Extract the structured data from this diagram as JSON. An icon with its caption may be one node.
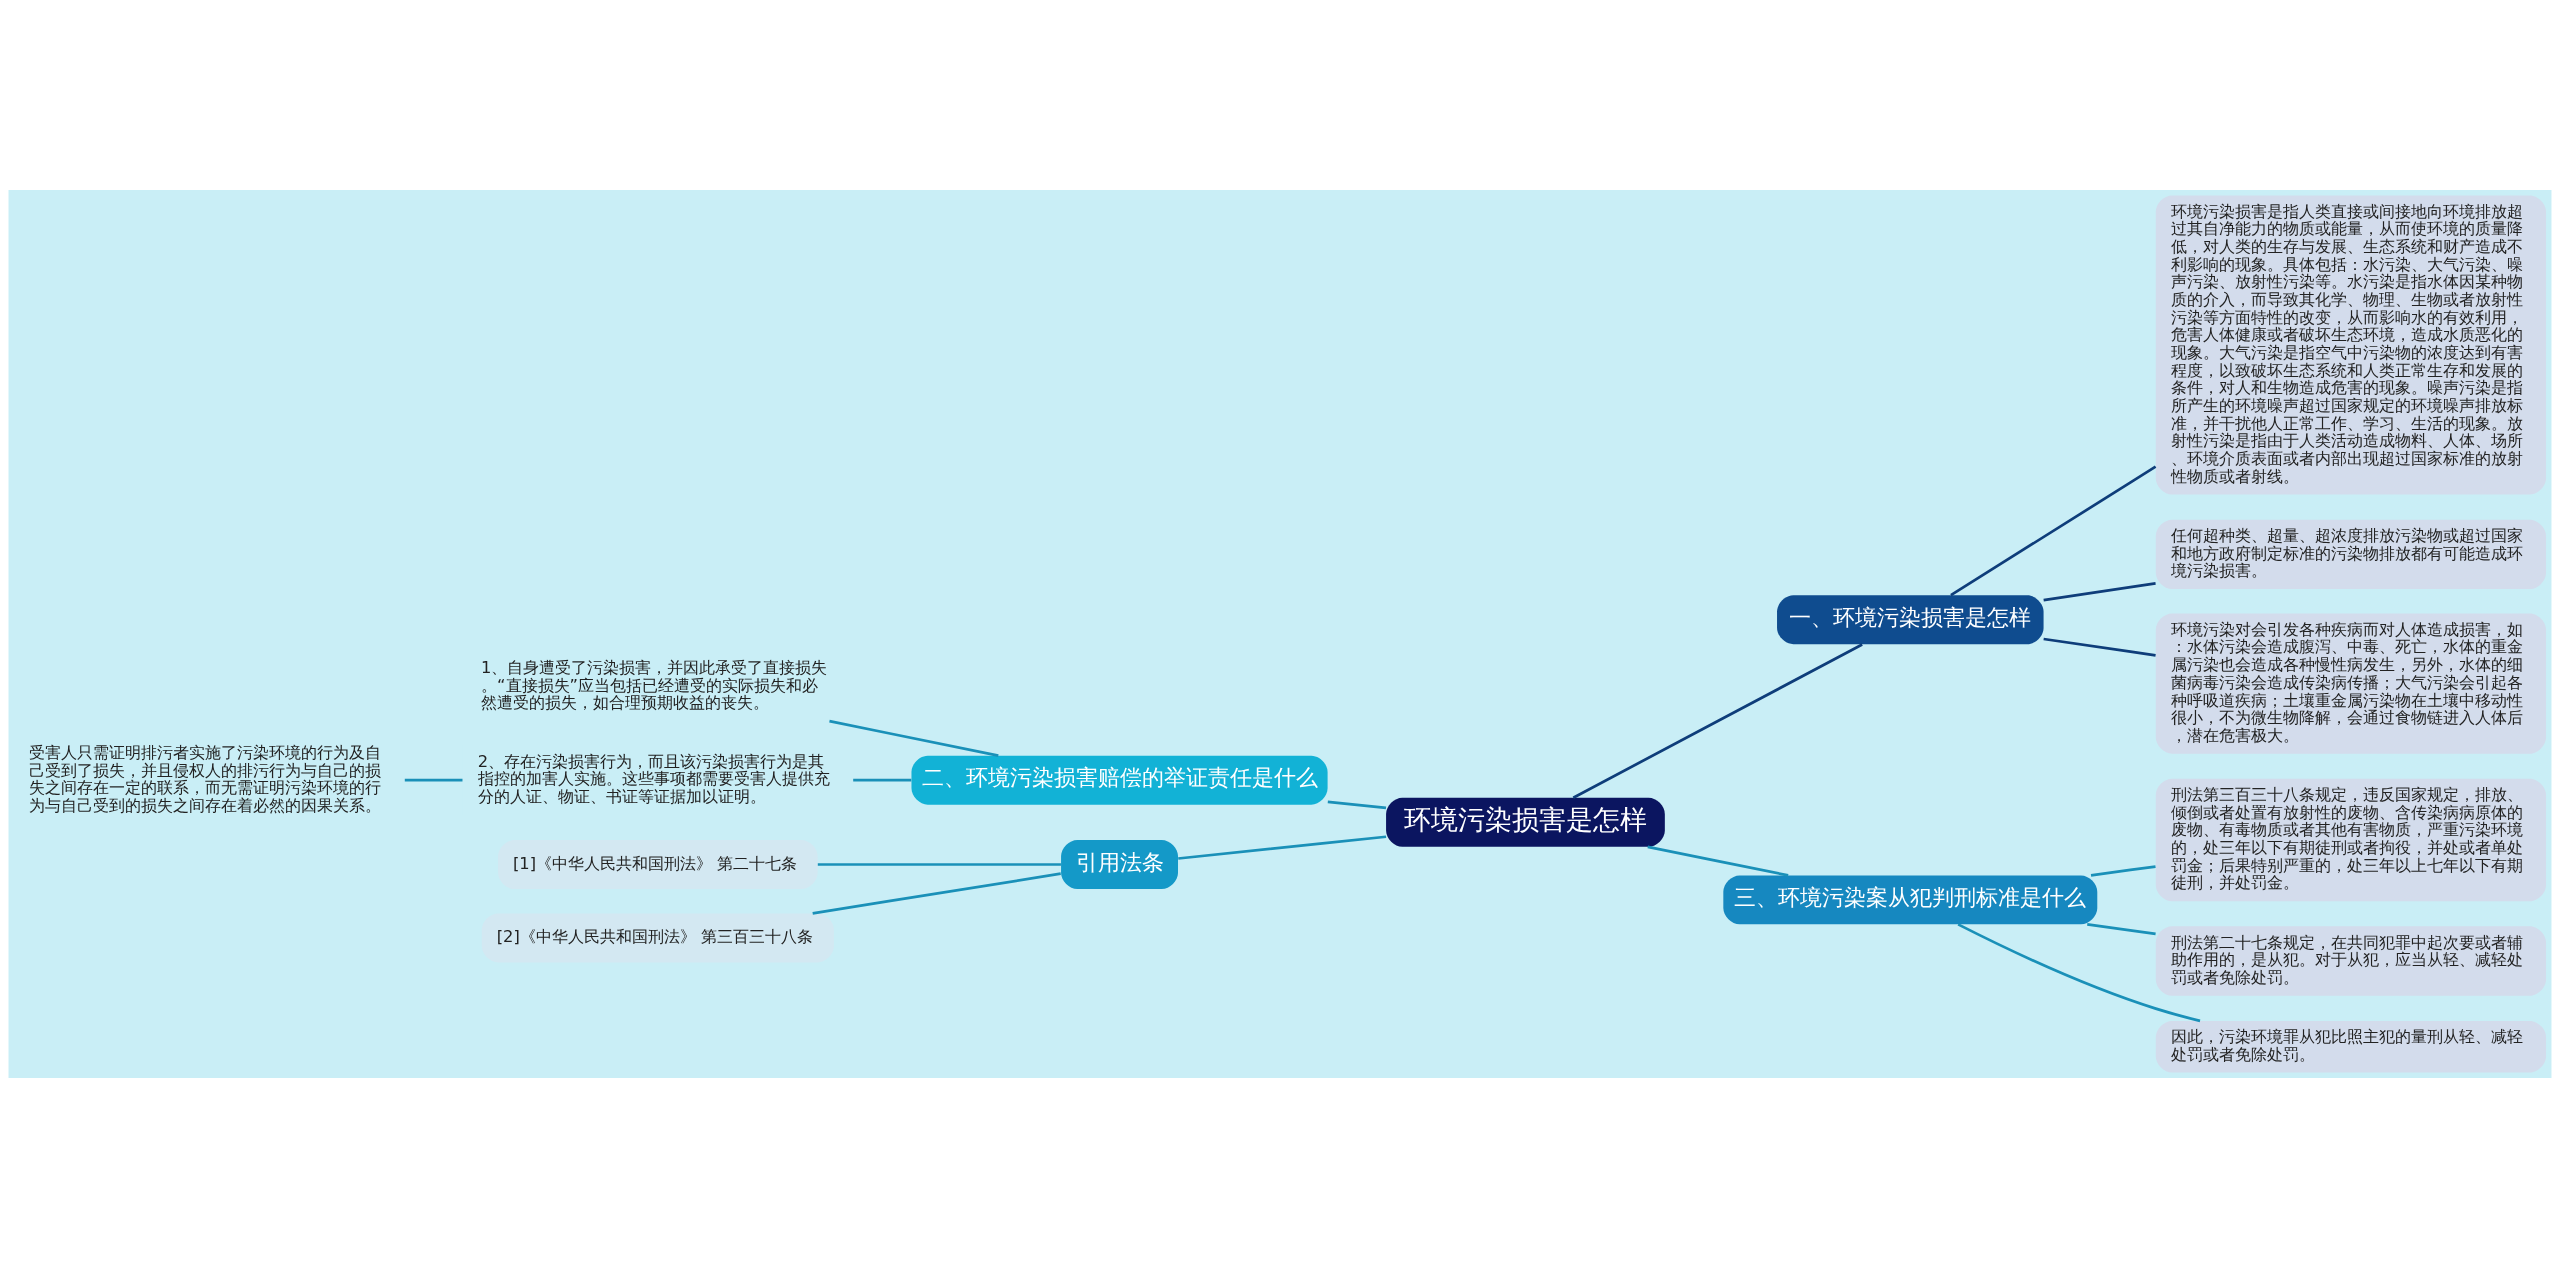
{
  "diagram": {
    "nodes": [
      {
        "text": [
          "环境污染损害是怎样"
        ]
      },
      {
        "text": [
          "一、环境污染损害是怎样"
        ]
      },
      {
        "text": [
          "环境污染损害是指人类直接或间接地向环境排放超过其自净能力的物质或能量，从而使环境的质量降低，对人类的生存与发展、生态系统和财产造成不利影响的现象。具体包括：水污染、大气污染、噪声污染、放射性污染等。水污染是指水体因某种物质的介入，而导致其化学、物理、生物或者放射性污染等方面特性的改变，从而影响水的有效利用，危害人体健康或者破坏生态环境，造成水质恶化的现象。大气污染是指空气中污染物的浓度达到有害程度，以致破坏生态系统和人类正常生存和发展的条件，对人和生物造成危害的现象。噪声污染是指所产生的环境噪声超过国家规定的环境噪声排放标准，并干扰他人正常工作、学习、生活的现象。放射性污染是指由于人类活动造成物料、人体、场所、环境介质表面或者内部出现超过国家标准的放射性物质或者射线。"
        ]
      },
      {
        "text": [
          "任何超种类、超量、超浓度排放污染物或超过国家和地方政府制定标准的污染物排放都有可能造成环境污染损害。"
        ]
      },
      {
        "text": [
          "环境污染对会引发各种疾病而对人体造成损害，如：水体污染会造成腹泻、中毒、死亡，水体的重金属污染也会造成各种慢性病发生，另外，水体的细菌病毒污染会造成传染病传播；大气污染会引起各种呼吸道疾病；土壤重金属污染物在土壤中移动性很小，不为微生物降解，会通过食物链进入人体后，潜在危害极大。"
        ]
      },
      {
        "text": [
          "二、环境污染损害赔偿的举证责任是什么"
        ]
      },
      {
        "text": [
          "1、自身遭受了污染损害，并因此承受了直接损失。“直接损失”应当包括已经遭受的实际损失和必然遭受的损失，如合理预期收益的丧失。"
        ]
      },
      {
        "text": [
          "2、存在污染损害行为，而且该污染损害行为是其指控的加害人实施。这些事项都需要受害人提供充分的人证、物证、书证等证据加以证明。"
        ]
      },
      {
        "text": [
          "受害人只需证明排污者实施了污染环境的行为及自己受到了损失，并且侵权人的排污行为与自己的损失之间存在一定的联系，而无需证明污染环境的行为与自己受到的损失之间存在着必然的因果关系。"
        ]
      },
      {
        "text": [
          "引用法条"
        ]
      },
      {
        "text": [
          "[1]《中华人民共和国刑法》 第二十七条"
        ]
      },
      {
        "text": [
          "[2]《中华人民共和国刑法》 第三百三十八条"
        ]
      },
      {
        "text": [
          "三、环境污染案从犯判刑标准是什么"
        ]
      },
      {
        "text": [
          "刑法第三百三十八条规定，违反国家规定，排放、倾倒或者处置有放射性的废物、含传染病病原体的废物、有毒物质或者其他有害物质，严重污染环境的，处三年以下有期徒刑或者拘役，并处或者单处罚金；后果特别严重的，处三年以上七年以下有期徒刑，并处罚金。"
        ]
      },
      {
        "text": [
          "刑法第二十七条规定，在共同犯罪中起次要或者辅助作用的，是从犯。对于从犯，应当从轻、减轻处罚或者免除处罚。"
        ]
      },
      {
        "text": [
          "因此，污染环境罪从犯比照主犯的量刑从轻、减轻处罚或者免除处罚。"
        ]
      }
    ],
    "edges": [
      {
        "from": 0,
        "to": 1,
        "arrow": "none",
        "color": "#0e3d7a"
      },
      {
        "from": 1,
        "to": 2,
        "arrow": "none",
        "color": "#0e3d7a"
      },
      {
        "from": 1,
        "to": 3,
        "arrow": "none",
        "color": "#0e3d7a"
      },
      {
        "from": 1,
        "to": 4,
        "arrow": "none",
        "color": "#0e3d7a"
      },
      {
        "from": 0,
        "to": 5,
        "arrow": "none"
      },
      {
        "from": 5,
        "to": 6,
        "arrow": "none"
      },
      {
        "from": 5,
        "to": 7,
        "arrow": "none"
      },
      {
        "from": 7,
        "to": 8,
        "arrow": "none"
      },
      {
        "from": 0,
        "to": 9,
        "arrow": "none"
      },
      {
        "from": 9,
        "to": 10,
        "arrow": "none"
      },
      {
        "from": 9,
        "to": 11,
        "arrow": "none"
      },
      {
        "from": 0,
        "to": 12,
        "arrow": "none"
      },
      {
        "from": 12,
        "to": 13,
        "arrow": "none"
      },
      {
        "from": 12,
        "to": 14,
        "arrow": "none"
      },
      {
        "from": 12,
        "to": 15,
        "arrow": "none"
      }
    ]
  }
}
